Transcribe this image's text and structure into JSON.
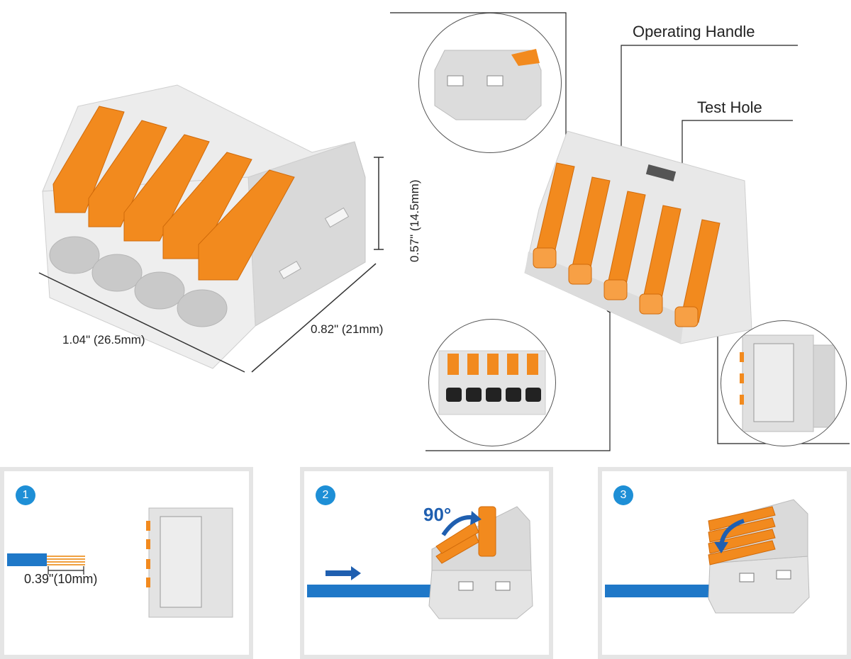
{
  "dimensions": {
    "length": "1.04\" (26.5mm)",
    "depth": "0.82\" (21mm)",
    "height": "0.57\" (14.5mm)"
  },
  "callouts": {
    "operating_handle": "Operating Handle",
    "test_hole": "Test Hole"
  },
  "steps": [
    {
      "number": "1",
      "strip_length": "0.39\"(10mm)"
    },
    {
      "number": "2",
      "angle": "90°"
    },
    {
      "number": "3"
    }
  ],
  "colors": {
    "housing": "#e6e6e6",
    "lever": "#f28a1e",
    "wire": "#1f78c8",
    "badge": "#1e8fd6"
  }
}
